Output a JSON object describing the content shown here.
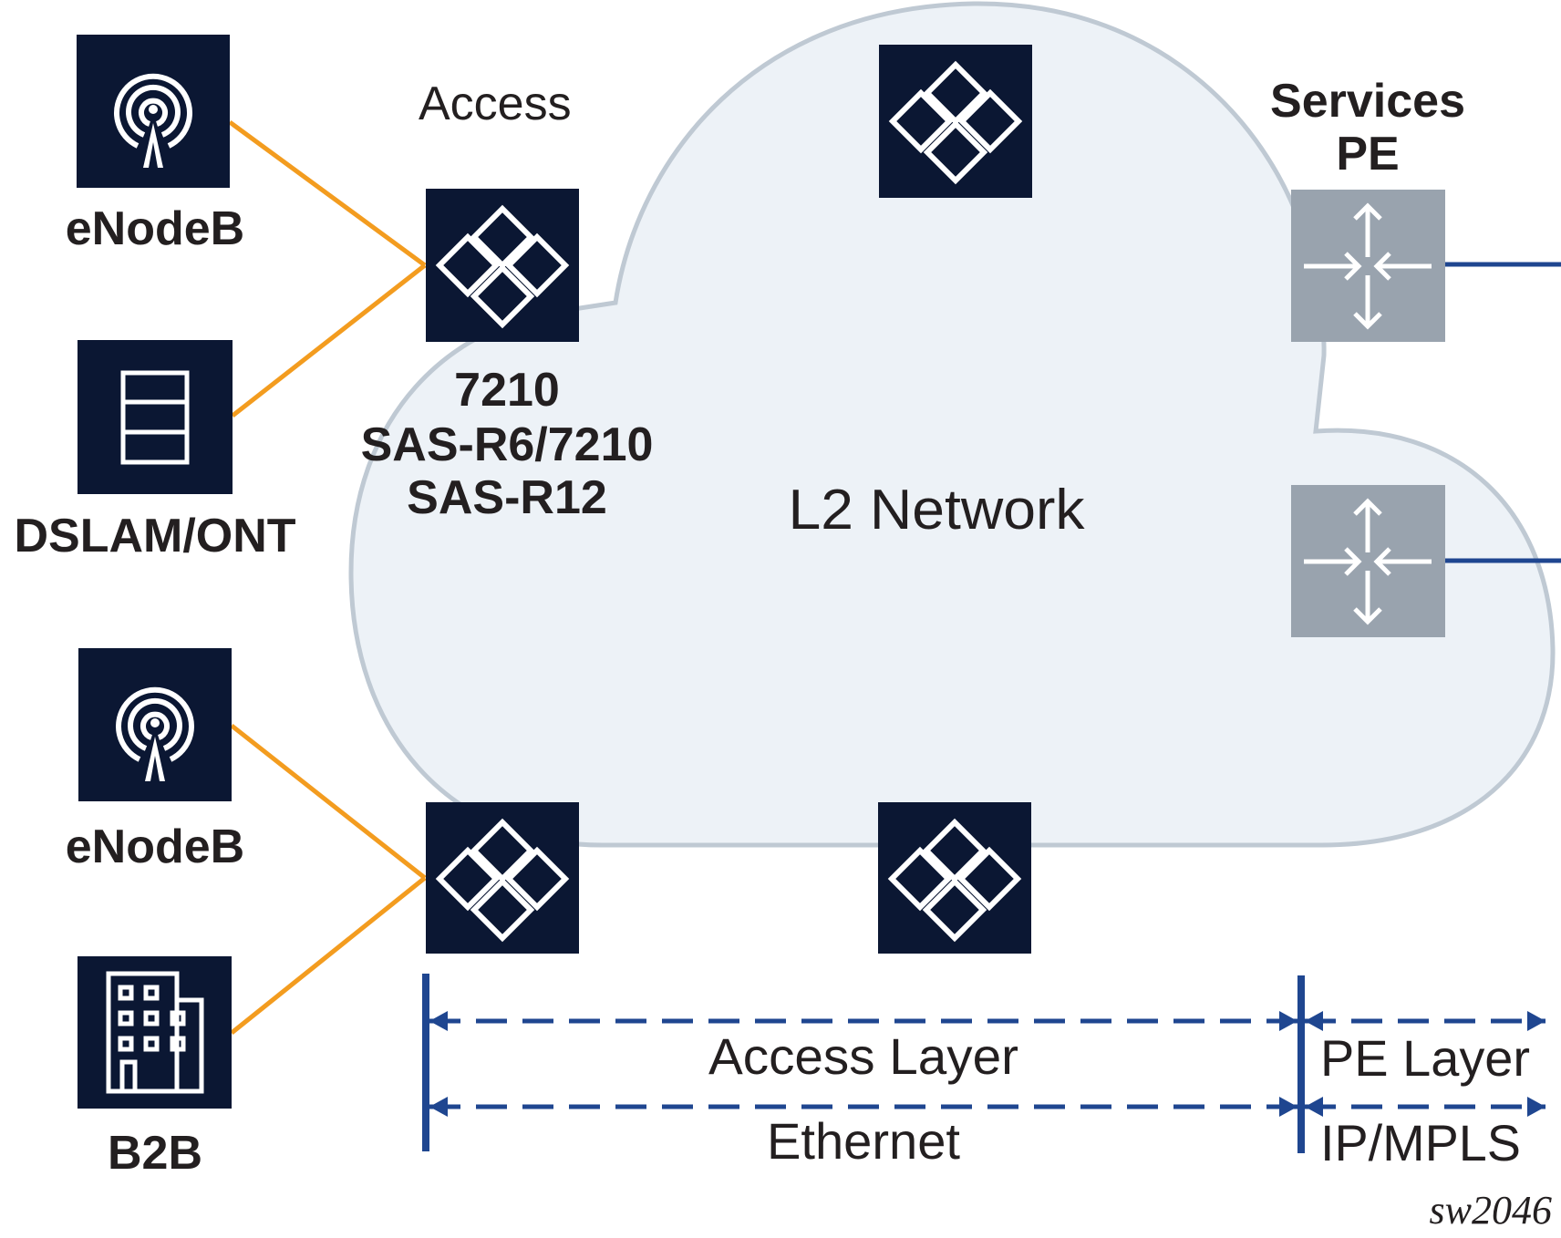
{
  "colors": {
    "device_navy": "#0b1733",
    "pe_gray": "#99a3ae",
    "cloud_fill": "#edf2f7",
    "cloud_stroke": "#bfc9d3",
    "link_orange": "#f39c1f",
    "layer_blue": "#1f4690",
    "text": "#231f20"
  },
  "labels": {
    "access_heading": "Access",
    "services_pe_line1": "Services",
    "services_pe_line2": "PE",
    "access_device_line1": "7210",
    "access_device_line2": "SAS-R6/7210",
    "access_device_line3": "SAS-R12",
    "cloud": "L2 Network",
    "figure_id": "sw2046"
  },
  "endpoints": [
    {
      "id": "enodeb-top",
      "label": "eNodeB",
      "icon": "cell-tower-icon"
    },
    {
      "id": "dslam",
      "label": "DSLAM/ONT",
      "icon": "dslam-stack-icon"
    },
    {
      "id": "enodeb-bottom",
      "label": "eNodeB",
      "icon": "cell-tower-icon"
    },
    {
      "id": "b2b",
      "label": "B2B",
      "icon": "building-icon"
    }
  ],
  "switches": [
    {
      "id": "access-switch-top",
      "icon": "switch-diamonds-icon"
    },
    {
      "id": "core-switch-top",
      "icon": "switch-diamonds-icon"
    },
    {
      "id": "access-switch-bottom",
      "icon": "switch-diamonds-icon"
    },
    {
      "id": "core-switch-bottom",
      "icon": "switch-diamonds-icon"
    }
  ],
  "pe_routers": [
    {
      "id": "pe-router-top",
      "icon": "router-arrows-icon"
    },
    {
      "id": "pe-router-bottom",
      "icon": "router-arrows-icon"
    }
  ],
  "layers": {
    "access_layer": "Access Layer",
    "access_protocol": "Ethernet",
    "pe_layer": "PE Layer",
    "pe_protocol": "IP/MPLS"
  }
}
